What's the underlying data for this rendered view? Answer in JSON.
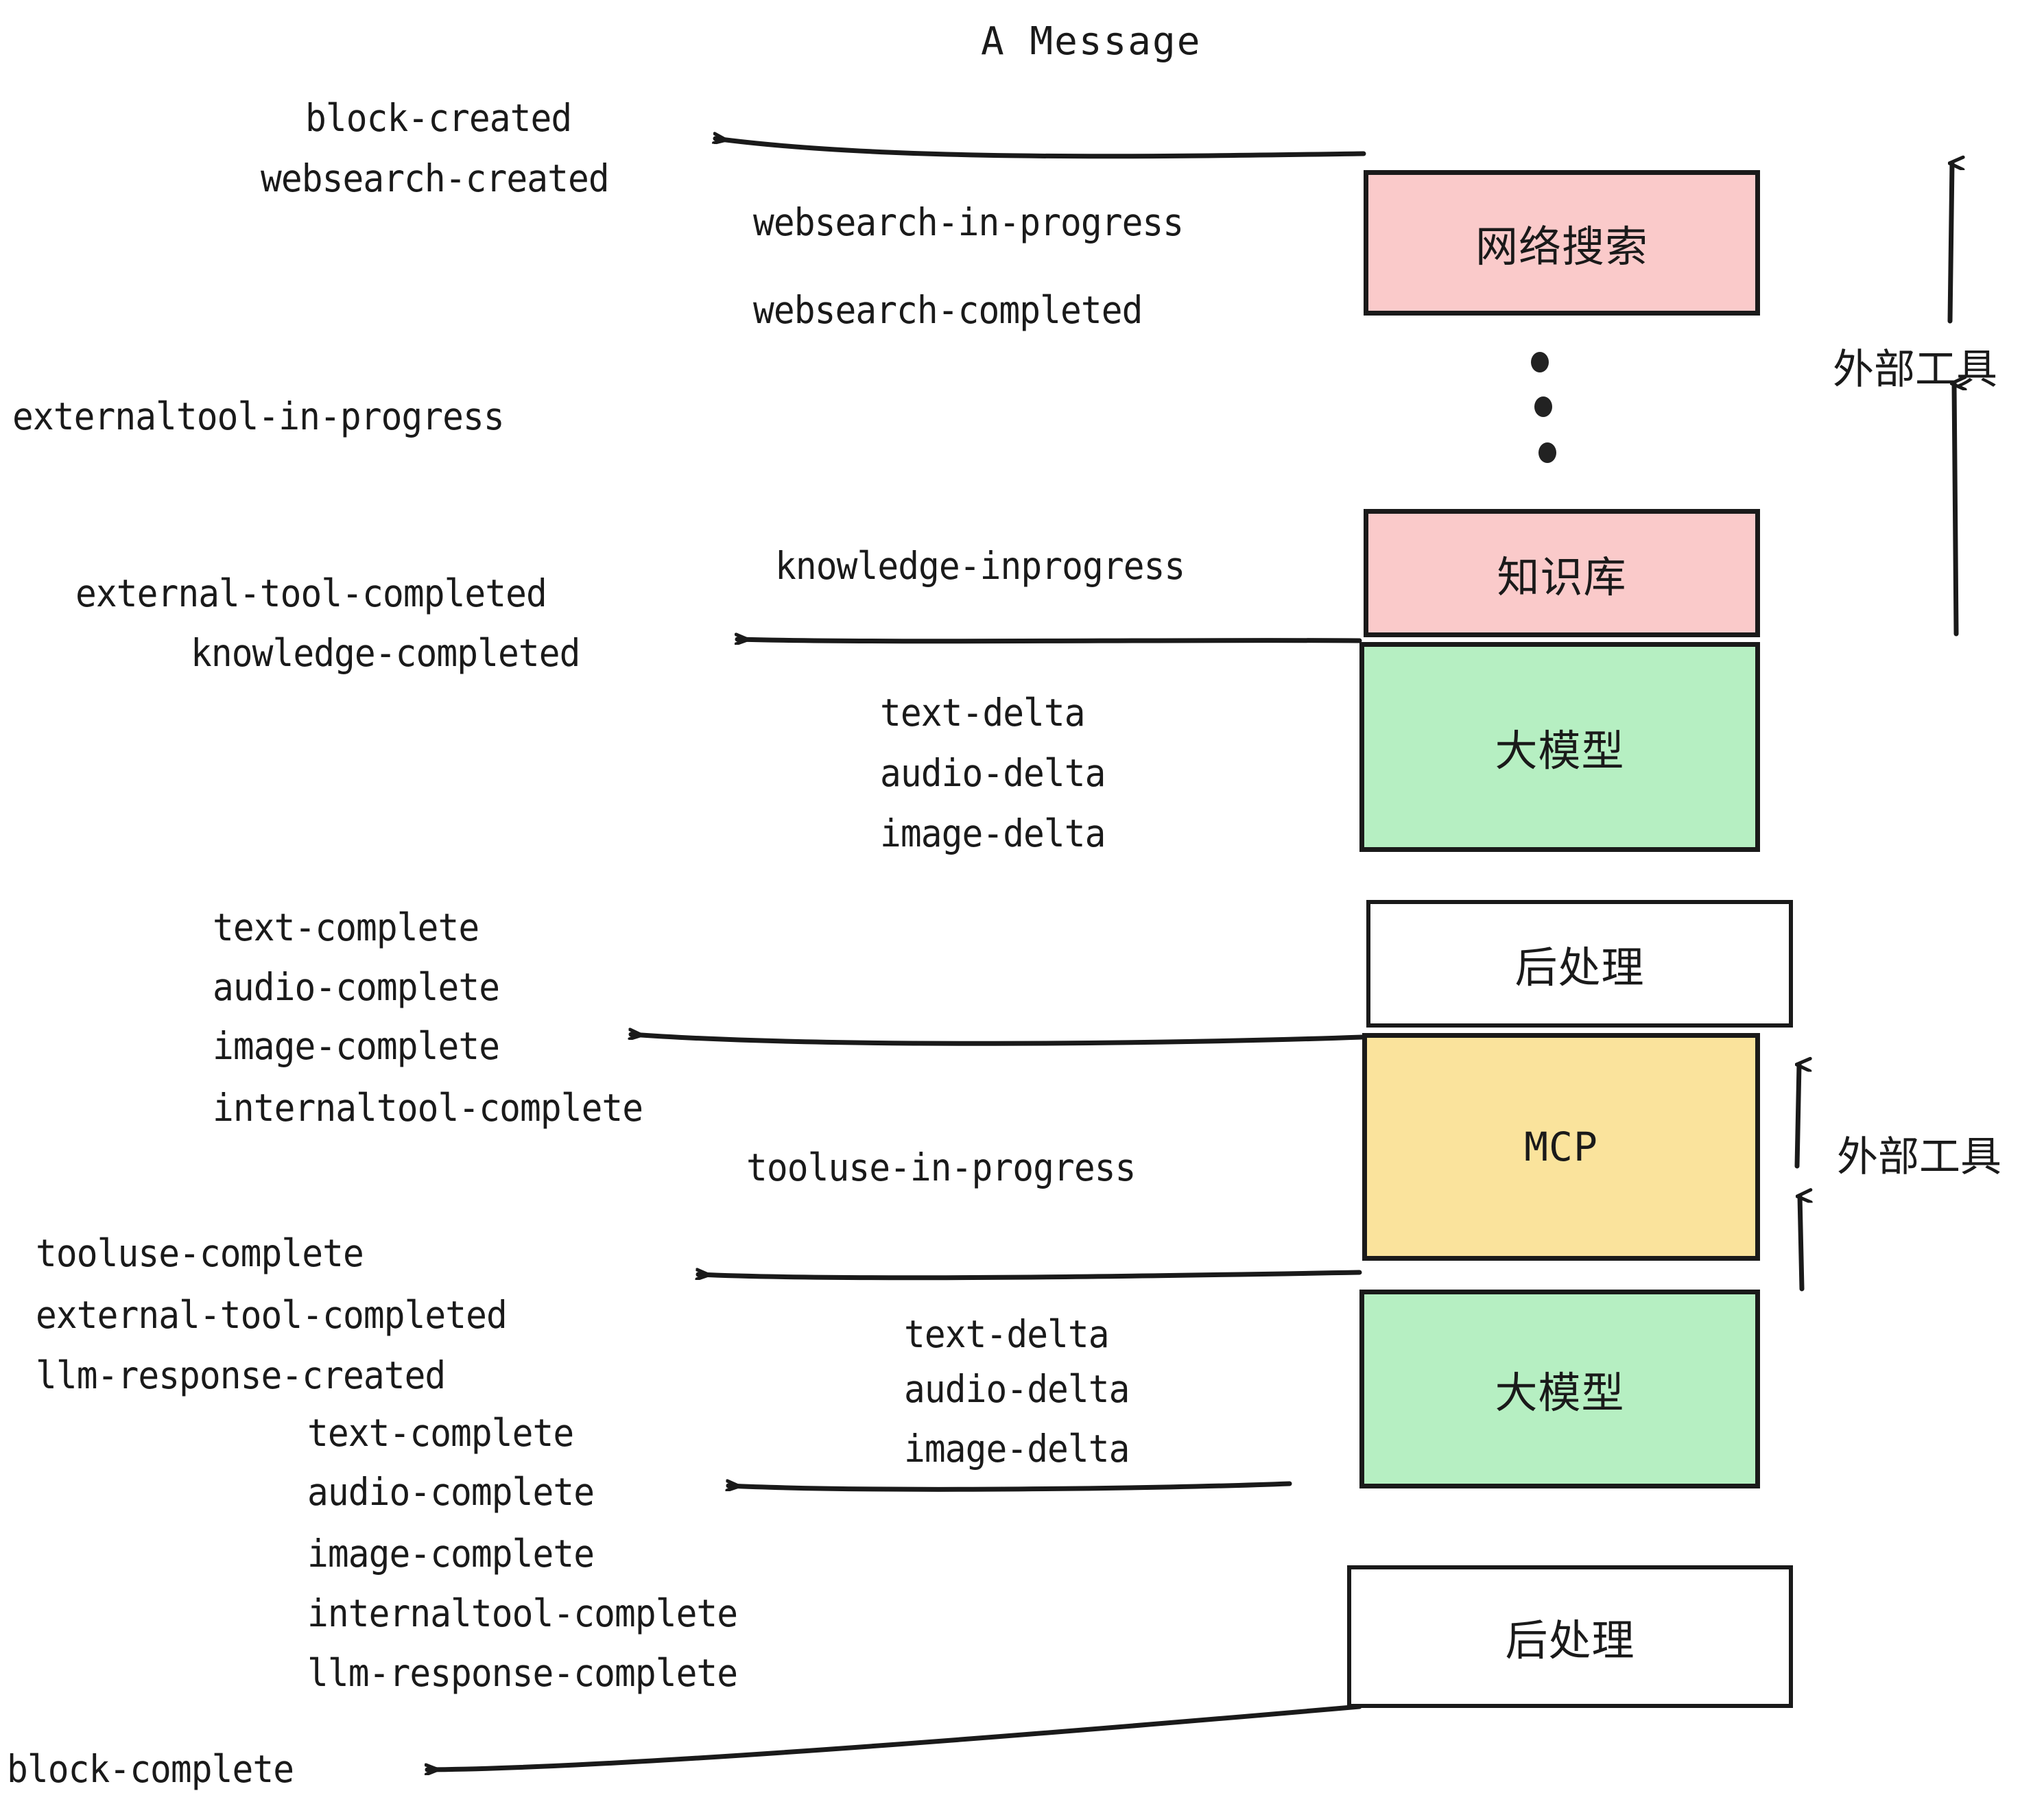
{
  "diagram": {
    "title": "A Message",
    "colors": {
      "pink": "#FACACA",
      "green": "#B6EFC2",
      "yellow": "#FAE39C",
      "white": "#FFFFFF",
      "stroke": "#1A1A1A"
    },
    "nodes": [
      {
        "id": "websearch",
        "label": "网络搜索",
        "fill": "pink"
      },
      {
        "id": "knowledge",
        "label": "知识库",
        "fill": "pink"
      },
      {
        "id": "llm-top",
        "label": "大模型",
        "fill": "green"
      },
      {
        "id": "postprocess-top",
        "label": "后处理",
        "fill": "white"
      },
      {
        "id": "mcp",
        "label": "MCP",
        "fill": "yellow"
      },
      {
        "id": "llm-bottom",
        "label": "大模型",
        "fill": "green"
      },
      {
        "id": "postprocess-bottom",
        "label": "后处理",
        "fill": "white"
      }
    ],
    "side_labels": [
      {
        "id": "external-tools-top",
        "text": "外部工具"
      },
      {
        "id": "external-tools-bottom",
        "text": "外部工具"
      }
    ],
    "events": [
      {
        "id": "block-created",
        "text": "block-created"
      },
      {
        "id": "websearch-created",
        "text": "websearch-created"
      },
      {
        "id": "websearch-in-progress",
        "text": "websearch-in-progress"
      },
      {
        "id": "websearch-completed",
        "text": "websearch-completed"
      },
      {
        "id": "externaltool-in-progress",
        "text": "externaltool-in-progress"
      },
      {
        "id": "knowledge-inprogress",
        "text": "knowledge-inprogress"
      },
      {
        "id": "external-tool-completed-1",
        "text": "external-tool-completed"
      },
      {
        "id": "knowledge-completed",
        "text": "knowledge-completed"
      },
      {
        "id": "text-delta-1",
        "text": "text-delta"
      },
      {
        "id": "audio-delta-1",
        "text": "audio-delta"
      },
      {
        "id": "image-delta-1",
        "text": "image-delta"
      },
      {
        "id": "text-complete-1",
        "text": "text-complete"
      },
      {
        "id": "audio-complete-1",
        "text": "audio-complete"
      },
      {
        "id": "image-complete-1",
        "text": "image-complete"
      },
      {
        "id": "internaltool-complete-1",
        "text": "internaltool-complete"
      },
      {
        "id": "tooluse-in-progress",
        "text": "tooluse-in-progress"
      },
      {
        "id": "tooluse-complete",
        "text": "tooluse-complete"
      },
      {
        "id": "external-tool-completed-2",
        "text": "external-tool-completed"
      },
      {
        "id": "llm-response-created",
        "text": "llm-response-created"
      },
      {
        "id": "text-delta-2",
        "text": "text-delta"
      },
      {
        "id": "audio-delta-2",
        "text": "audio-delta"
      },
      {
        "id": "image-delta-2",
        "text": "image-delta"
      },
      {
        "id": "text-complete-2",
        "text": "text-complete"
      },
      {
        "id": "audio-complete-2",
        "text": "audio-complete"
      },
      {
        "id": "image-complete-2",
        "text": "image-complete"
      },
      {
        "id": "internaltool-complete-2",
        "text": "internaltool-complete"
      },
      {
        "id": "llm-response-complete",
        "text": "llm-response-complete"
      },
      {
        "id": "block-complete",
        "text": "block-complete"
      }
    ],
    "ellipsis_dots": 3
  }
}
